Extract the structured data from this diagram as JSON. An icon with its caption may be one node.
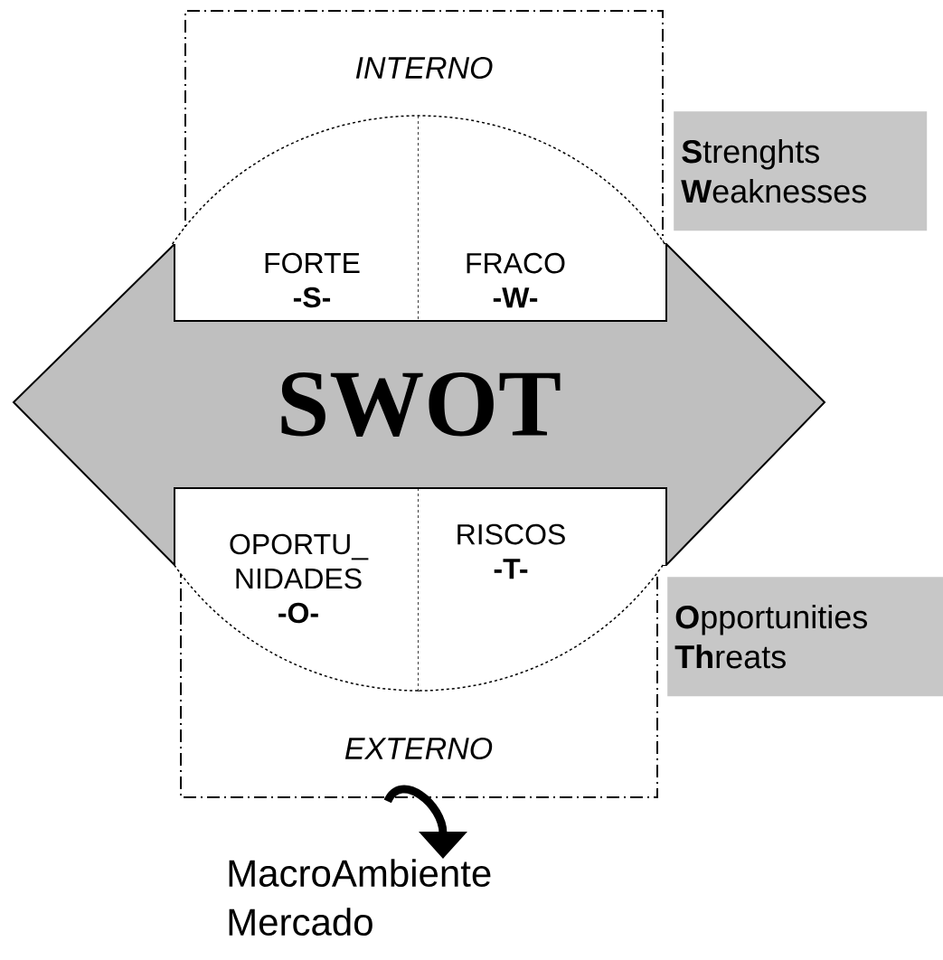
{
  "diagram": {
    "nodes": [
      {
        "text": [
          "INTERNO"
        ]
      },
      {
        "text": [
          "EXTERNO"
        ]
      },
      {
        "text": [
          "SWOT"
        ]
      },
      {
        "text": [
          "FORTE",
          "-S-"
        ]
      },
      {
        "text": [
          "FRACO",
          "-W-"
        ]
      },
      {
        "text": [
          "OPORTU_ NIDADES",
          "-O-"
        ]
      },
      {
        "text": [
          "RISCOS",
          "-T-"
        ]
      },
      {
        "text": [
          "**S**trenghts",
          "**W**eaknesses"
        ]
      },
      {
        "text": [
          "**O**pportunities",
          "**Th**reats"
        ]
      },
      {
        "text": [
          "MacroAmbiente",
          "Mercado"
        ]
      }
    ],
    "edges": [
      {
        "from": 1,
        "to": 9,
        "arrow": "to"
      }
    ]
  }
}
